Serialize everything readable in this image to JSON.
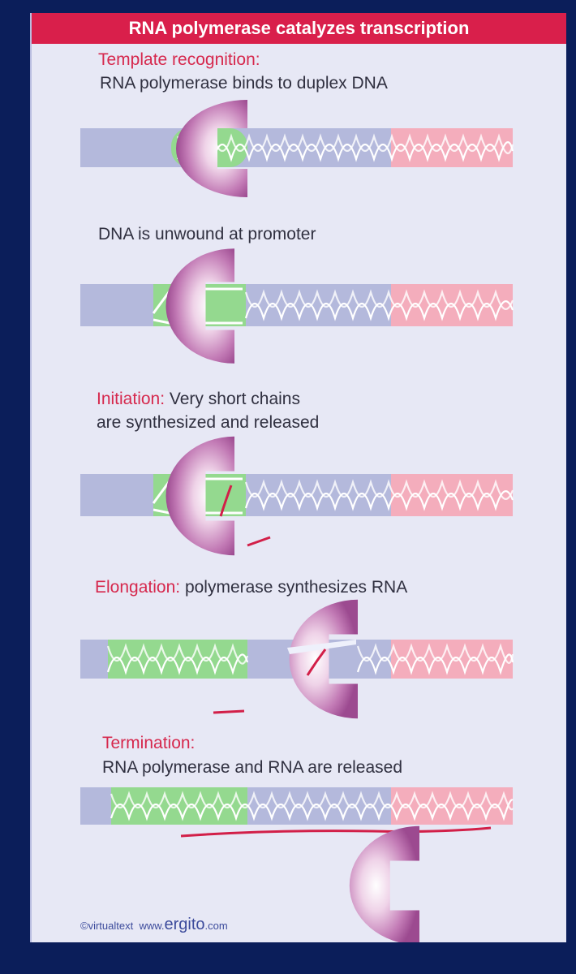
{
  "title": "RNA polymerase catalyzes transcription",
  "steps": [
    {
      "heading": "Template recognition:",
      "text": "RNA polymerase binds to duplex DNA"
    },
    {
      "heading": "",
      "text": "DNA is unwound at promoter"
    },
    {
      "heading": "Initiation:",
      "text": "Very short chains",
      "text2": "are synthesized and released"
    },
    {
      "heading": "Elongation:",
      "text": "polymerase synthesizes RNA"
    },
    {
      "heading": "Termination:",
      "text": "RNA polymerase and RNA are released"
    }
  ],
  "footer": {
    "copyright": "©virtualtext",
    "www": "www.",
    "site": "ergito",
    "tld": ".com"
  },
  "colors": {
    "background": "#0b1e5a",
    "panel": "#e7e8f5",
    "title_bar": "#d91f4b",
    "dna_blue": "#b4b9dc",
    "dna_green": "#94d98f",
    "dna_pink": "#f4adbc",
    "polymerase": "#b35aa2",
    "rna": "#d21f48"
  }
}
